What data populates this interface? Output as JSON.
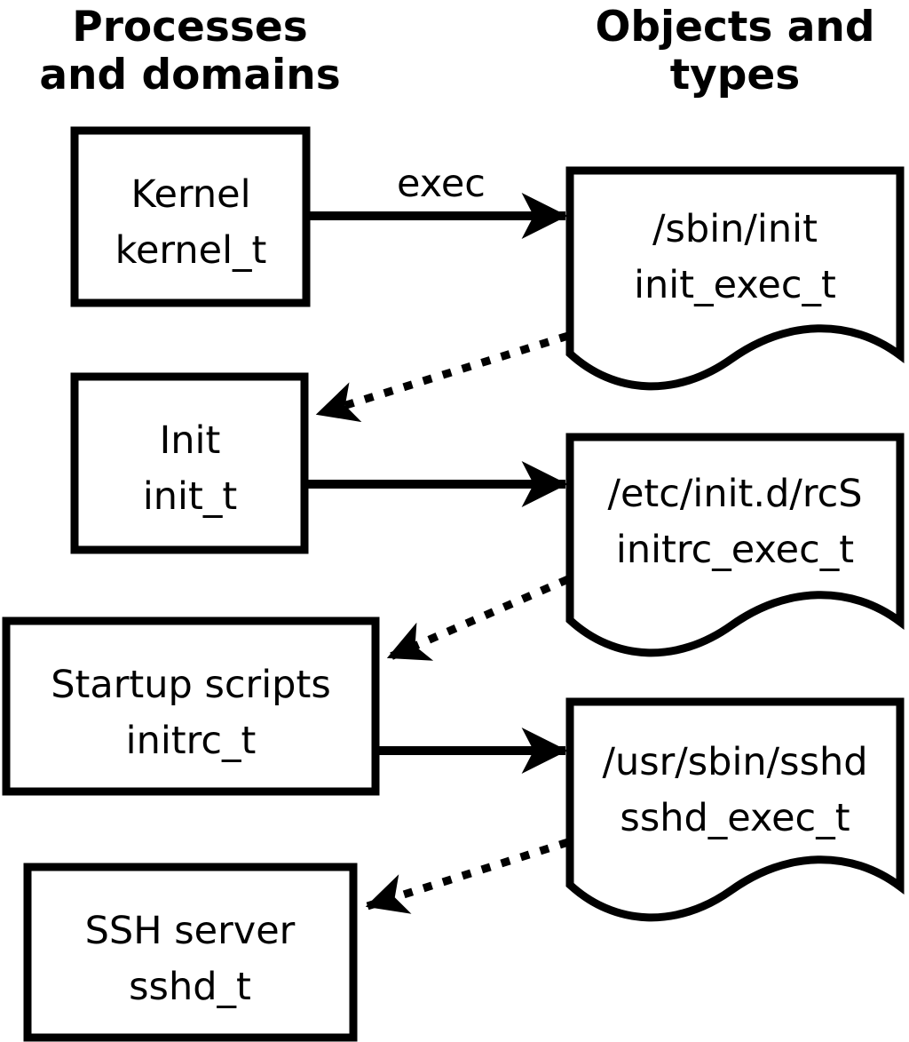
{
  "headers": {
    "left": {
      "line1": "Processes",
      "line2": "and domains"
    },
    "right": {
      "line1": "Objects and",
      "line2": "types"
    }
  },
  "processes": [
    {
      "name": "Kernel",
      "type": "kernel_t"
    },
    {
      "name": "Init",
      "type": "init_t"
    },
    {
      "name": "Startup scripts",
      "type": "initrc_t"
    },
    {
      "name": "SSH server",
      "type": "sshd_t"
    }
  ],
  "objects": [
    {
      "path": "/sbin/init",
      "type": "init_exec_t"
    },
    {
      "path": "/etc/init.d/rcS",
      "type": "initrc_exec_t"
    },
    {
      "path": "/usr/sbin/sshd",
      "type": "sshd_exec_t"
    }
  ],
  "edges": [
    {
      "from": "Kernel",
      "to": "/sbin/init",
      "style": "solid",
      "label": "exec"
    },
    {
      "from": "/sbin/init",
      "to": "Init",
      "style": "dotted",
      "label": ""
    },
    {
      "from": "Init",
      "to": "/etc/init.d/rcS",
      "style": "solid",
      "label": ""
    },
    {
      "from": "/etc/init.d/rcS",
      "to": "Startup scripts",
      "style": "dotted",
      "label": ""
    },
    {
      "from": "Startup scripts",
      "to": "/usr/sbin/sshd",
      "style": "solid",
      "label": ""
    },
    {
      "from": "/usr/sbin/sshd",
      "to": "SSH server",
      "style": "dotted",
      "label": ""
    }
  ],
  "colors": {
    "stroke": "#000000",
    "fill": "#ffffff",
    "background": "#ffffff"
  }
}
